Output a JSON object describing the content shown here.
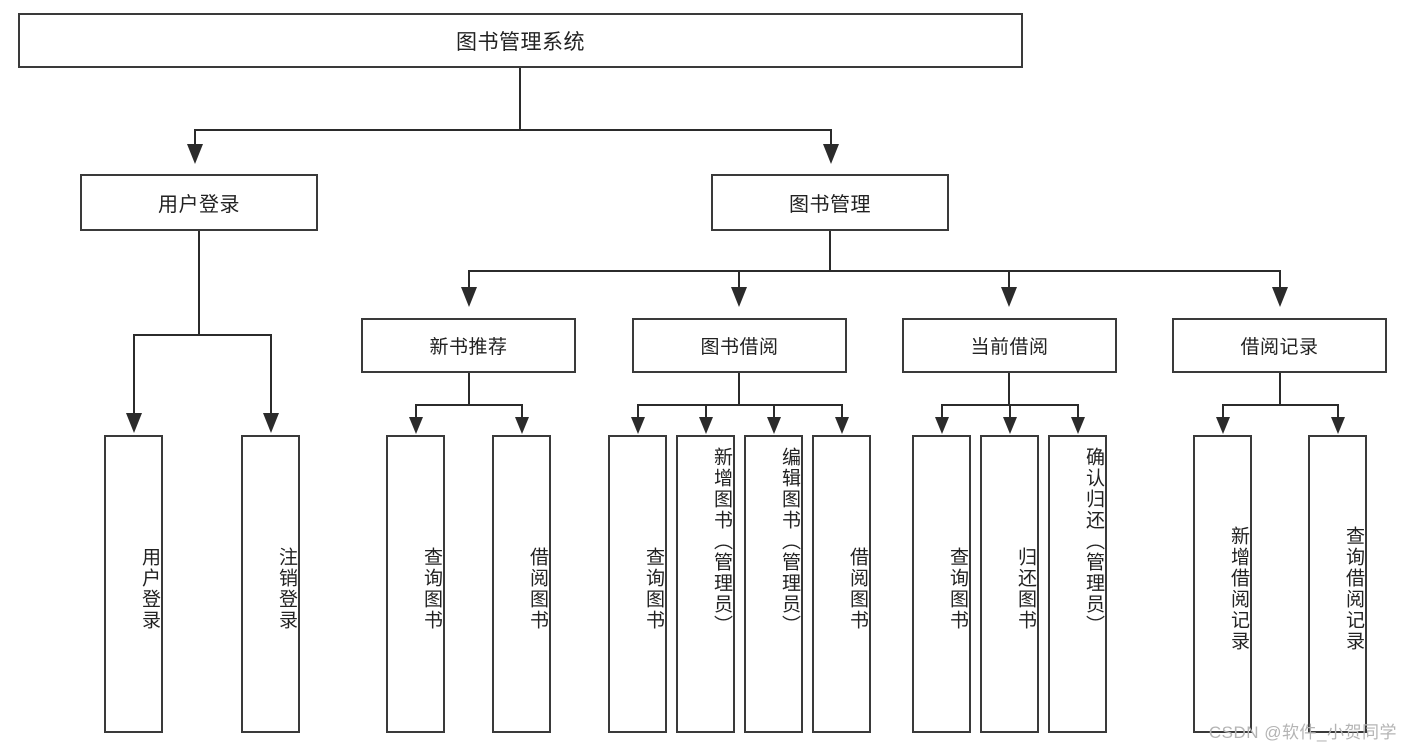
{
  "diagram": {
    "type": "tree-hierarchy",
    "title": "图书管理系统",
    "root": {
      "label": "图书管理系统"
    },
    "level1": [
      {
        "label": "用户登录"
      },
      {
        "label": "图书管理"
      }
    ],
    "level2": [
      {
        "label": "新书推荐"
      },
      {
        "label": "图书借阅"
      },
      {
        "label": "当前借阅"
      },
      {
        "label": "借阅记录"
      }
    ],
    "leaves": {
      "user_login": [
        {
          "label": "用户登录"
        },
        {
          "label": "注销登录"
        }
      ],
      "new_book_recommend": [
        {
          "label": "查询图书"
        },
        {
          "label": "借阅图书"
        }
      ],
      "book_borrow": [
        {
          "label": "查询图书"
        },
        {
          "label": "新增图书（管理员）"
        },
        {
          "label": "编辑图书（管理员）"
        },
        {
          "label": "借阅图书"
        }
      ],
      "current_borrow": [
        {
          "label": "查询图书"
        },
        {
          "label": "归还图书"
        },
        {
          "label": "确认归还（管理员）"
        }
      ],
      "borrow_records": [
        {
          "label": "新增借阅记录"
        },
        {
          "label": "查询借阅记录"
        }
      ]
    }
  },
  "watermark": {
    "text": "CSDN @软件_小贺同学"
  },
  "colors": {
    "background": "#ffffff",
    "border": "#3a3a3a",
    "connector": "#2b2b2b",
    "text": "#222222",
    "watermark": "#b4b4b4"
  }
}
